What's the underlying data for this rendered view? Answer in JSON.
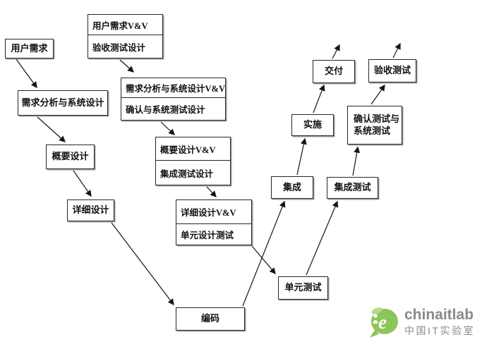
{
  "nodes": {
    "user_req": {
      "label": "用户需求"
    },
    "user_req_vv": {
      "top": "用户需求V&V",
      "bottom": "验收测试设计"
    },
    "req_design": {
      "label": "需求分析与系统设计"
    },
    "req_design_vv": {
      "top": "需求分析与系统设计V&V",
      "bottom": "确认与系统测试设计"
    },
    "outline_design": {
      "label": "概要设计"
    },
    "outline_vv": {
      "top": "概要设计V&V",
      "bottom": "集成测试设计"
    },
    "detail_design": {
      "label": "详细设计"
    },
    "detail_vv": {
      "top": "详细设计V&V",
      "bottom": "单元设计测试"
    },
    "coding": {
      "label": "编码"
    },
    "unit_test": {
      "label": "单元测试"
    },
    "integration": {
      "label": "集成"
    },
    "integration_test": {
      "label": "集成测试"
    },
    "implementation": {
      "label": "实施"
    },
    "confirm_system_test": {
      "line1": "确认测试与",
      "line2": "系统测试"
    },
    "delivery": {
      "label": "交付"
    },
    "acceptance_test": {
      "label": "验收测试"
    }
  },
  "logo": {
    "brand": "chinaitlab",
    "subtitle": "中国IT实验室",
    "green": "#8cc55a",
    "light_green": "#b5d98e",
    "gray": "#8a8a8a"
  }
}
